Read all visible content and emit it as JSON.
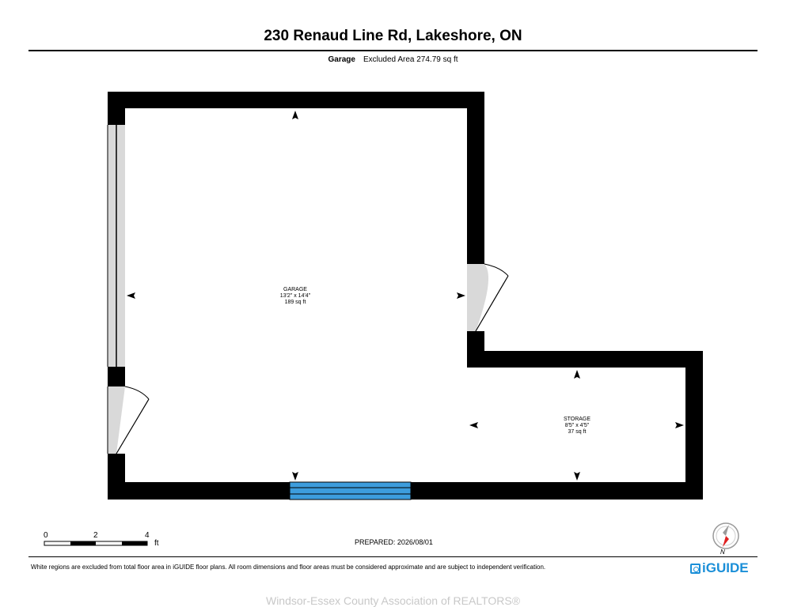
{
  "header": {
    "title": "230 Renaud Line Rd, Lakeshore, ON",
    "floor_name": "Garage",
    "excluded_area": "Excluded Area 274.79 sq ft"
  },
  "rooms": [
    {
      "name": "GARAGE",
      "dimensions": "13'2\" x 14'4\"",
      "area": "189 sq ft"
    },
    {
      "name": "STORAGE",
      "dimensions": "8'5\" x 4'5\"",
      "area": "37 sq ft"
    }
  ],
  "scale_bar": {
    "labels": [
      "0",
      "2",
      "4"
    ],
    "unit": "ft"
  },
  "prepared": "PREPARED: 2026/08/01",
  "compass": {
    "label": "N"
  },
  "footer": {
    "disclaimer": "White regions are excluded from total floor area in iGUIDE floor plans. All room dimensions and floor areas must be considered approximate and are subject to independent verification.",
    "brand": "iGUIDE",
    "watermark": "Windsor-Essex County Association of REALTORS®"
  },
  "colors": {
    "wall": "#000000",
    "window": "#3d9ddd",
    "door_swing": "#d9d9d9",
    "brand": "#1b8fd8",
    "compass_needle": "#e02020"
  }
}
